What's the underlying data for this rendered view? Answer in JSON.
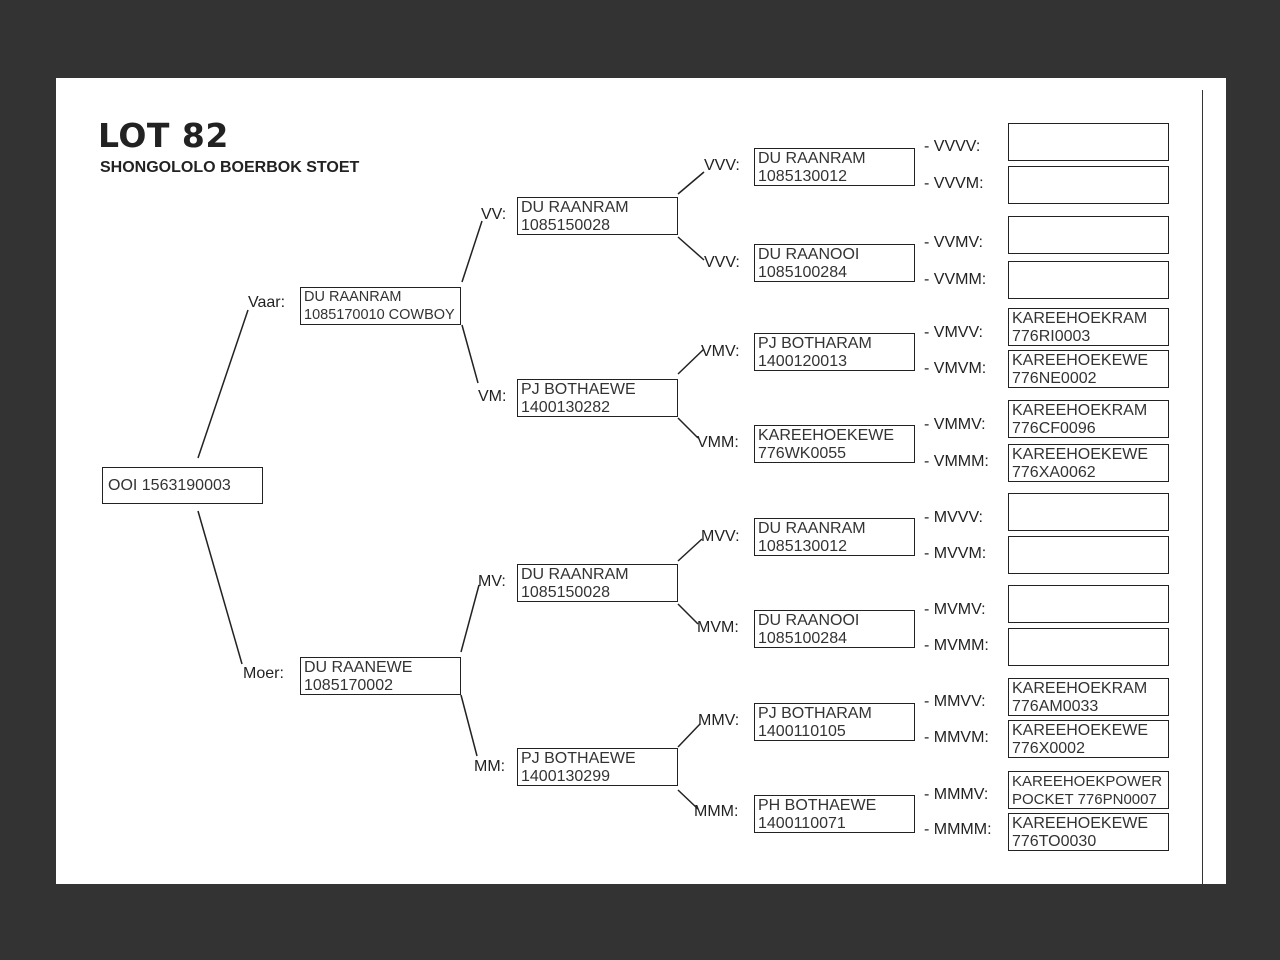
{
  "header": {
    "lot": "LOT 82",
    "breeder": "SHONGOLOLO BOERBOK STOET"
  },
  "subject": {
    "line1": "OOI 1563190003"
  },
  "labels": {
    "vaar": "Vaar:",
    "moer": "Moer:",
    "vv": "VV:",
    "vm": "VM:",
    "mv": "MV:",
    "mm": "MM:",
    "vvv": "VVV:",
    "vvm": "VVV:",
    "vmv": "VMV:",
    "vmm": "VMM:",
    "mvv": "MVV:",
    "mvm": "MVM:",
    "mmv": "MMV:",
    "mmm": "MMM:",
    "vvvv": "- VVVV:",
    "vvvm": "- VVVM:",
    "vvmv": "- VVMV:",
    "vvmm": "- VVMM:",
    "vmvv": "- VMVV:",
    "vmvm": "- VMVM:",
    "vmmv": "- VMMV:",
    "vmmm": "- VMMM:",
    "mvvv": "- MVVV:",
    "mvvm": "- MVVM:",
    "mvmv": "- MVMV:",
    "mvmm": "- MVMM:",
    "mmvv": "- MMVV:",
    "mmvm": "- MMVM:",
    "mmmv": "- MMMV:",
    "mmmm": "- MMMM:"
  },
  "parents": {
    "vaar": {
      "line1": "DU RAANRAM",
      "line2": "1085170010 COWBOY"
    },
    "moer": {
      "line1": "DU RAANEWE",
      "line2": "1085170002"
    }
  },
  "grandparents": {
    "vv": {
      "line1": "DU RAANRAM",
      "line2": "1085150028"
    },
    "vm": {
      "line1": "PJ BOTHAEWE",
      "line2": "1400130282"
    },
    "mv": {
      "line1": "DU RAANRAM",
      "line2": "1085150028"
    },
    "mm": {
      "line1": "PJ BOTHAEWE",
      "line2": "1400130299"
    }
  },
  "great_grandparents": {
    "vvv": {
      "line1": "DU RAANRAM",
      "line2": "1085130012"
    },
    "vvm": {
      "line1": "DU RAANOOI",
      "line2": "1085100284"
    },
    "vmv": {
      "line1": "PJ BOTHARAM",
      "line2": "1400120013"
    },
    "vmm": {
      "line1": "KAREEHOEKEWE",
      "line2": "776WK0055"
    },
    "mvv": {
      "line1": "DU RAANRAM",
      "line2": "1085130012"
    },
    "mvm": {
      "line1": "DU RAANOOI",
      "line2": "1085100284"
    },
    "mmv": {
      "line1": "PJ BOTHARAM",
      "line2": "1400110105"
    },
    "mmm": {
      "line1": "PH BOTHAEWE",
      "line2": "1400110071"
    }
  },
  "gg_grandparents": {
    "vvvv": {
      "line1": "",
      "line2": ""
    },
    "vvvm": {
      "line1": "",
      "line2": ""
    },
    "vvmv": {
      "line1": "",
      "line2": ""
    },
    "vvmm": {
      "line1": "",
      "line2": ""
    },
    "vmvv": {
      "line1": "KAREEHOEKRAM",
      "line2": "776RI0003"
    },
    "vmvm": {
      "line1": "KAREEHOEKEWE",
      "line2": "776NE0002"
    },
    "vmmv": {
      "line1": "KAREEHOEKRAM",
      "line2": "776CF0096"
    },
    "vmmm": {
      "line1": "KAREEHOEKEWE",
      "line2": "776XA0062"
    },
    "mvvv": {
      "line1": "",
      "line2": ""
    },
    "mvvm": {
      "line1": "",
      "line2": ""
    },
    "mvmv": {
      "line1": "",
      "line2": ""
    },
    "mvmm": {
      "line1": "",
      "line2": ""
    },
    "mmvv": {
      "line1": "KAREEHOEKRAM",
      "line2": "776AM0033"
    },
    "mmvm": {
      "line1": "KAREEHOEKEWE",
      "line2": "776X0002"
    },
    "mmmv": {
      "line1": "KAREEHOEKPOWER",
      "line2": "POCKET 776PN0007"
    },
    "mmmm": {
      "line1": "KAREEHOEKEWE",
      "line2": "776TO0030"
    }
  }
}
